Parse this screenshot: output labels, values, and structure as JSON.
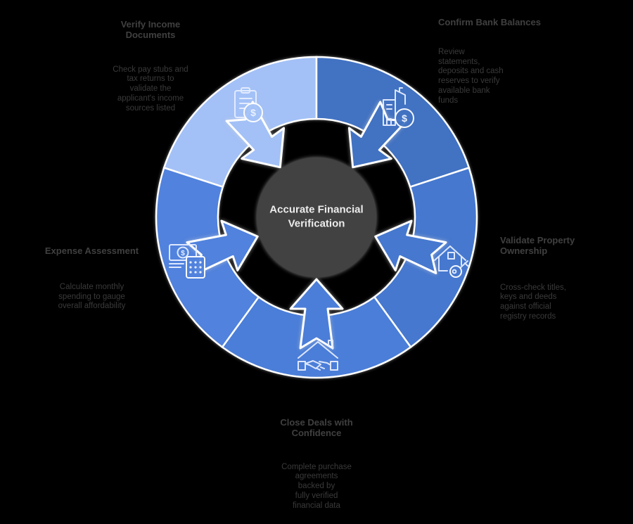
{
  "center": {
    "title": "Accurate Financial\nVerification",
    "color": "#424242"
  },
  "glyphs": {
    "dollar": "$"
  },
  "segments": [
    {
      "id": "top-left",
      "color": "#a3c1f7",
      "icon": "clipboard-dollar"
    },
    {
      "id": "top-right",
      "color": "#4272c2",
      "icon": "building-dollar"
    },
    {
      "id": "right",
      "color": "#4678cf",
      "icon": "house-key"
    },
    {
      "id": "bottom",
      "color": "#4b7ed8",
      "icon": "house-handshake"
    },
    {
      "id": "left",
      "color": "#5182dd",
      "icon": "cash-calculator"
    }
  ],
  "labels": {
    "top_left": {
      "heading": "Verify Income\nDocuments",
      "description": "Check pay stubs and\ntax returns to\nvalidate the\napplicant's income\nsources listed"
    },
    "top_right": {
      "heading": "Confirm Bank Balances",
      "description": "Review\nstatements,\ndeposits and cash\nreserves to verify\navailable bank\nfunds"
    },
    "right": {
      "heading": "Validate Property\nOwnership",
      "description": "Cross-check titles,\nkeys and deeds\nagainst official\nregistry records"
    },
    "bottom": {
      "heading": "Close Deals with\nConfidence",
      "description": "Complete purchase\nagreements\nbacked by\nfully verified\nfinancial data"
    },
    "left": {
      "heading": "Expense Assessment",
      "description": "Calculate monthly\nspending to gauge\noverall affordability"
    }
  }
}
